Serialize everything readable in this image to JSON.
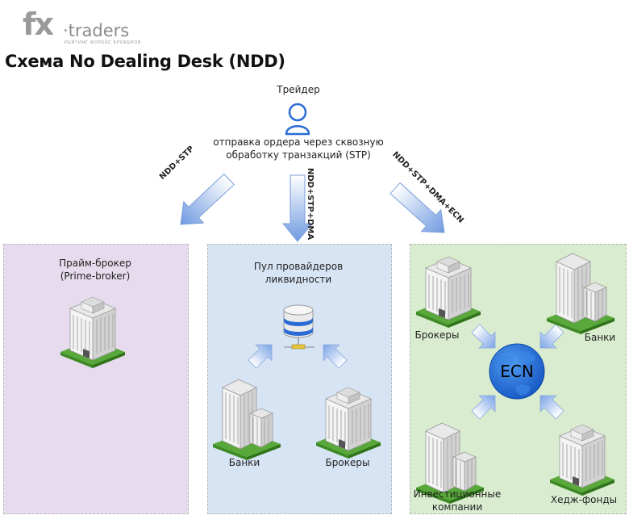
{
  "logo": {
    "fx": "fx",
    "name": "·traders",
    "tagline": "РЕЙТИНГ ФОРЕКС БРОКЕРОВ"
  },
  "title": "Схема No Dealing Desk (NDD)",
  "trader": {
    "label": "Трейдер",
    "description_line1": "отправка ордера через сквозную",
    "description_line2": "обработку транзакций (STP)",
    "icon": "user-icon"
  },
  "arrows": {
    "left": "NDD+STP",
    "center": "NDD+STP+DMA",
    "right": "NDD+STP+DMA+ECN"
  },
  "panels": {
    "prime_broker": {
      "line1": "Прайм-брокер",
      "line2": "(Prime-broker)",
      "color": "#e7dced"
    },
    "liquidity_pool": {
      "line1": "Пул провайдеров",
      "line2": "ликвидности",
      "icon": "database-icon",
      "banks": "Банки",
      "brokers": "Брокеры",
      "color": "#d7e4f4"
    },
    "ecn": {
      "center": "ECN",
      "brokers": "Брокеры",
      "banks": "Банки",
      "investment_line1": "Инвестиционные",
      "investment_line2": "компании",
      "hedge_funds": "Хедж-фонды",
      "color": "#d9eccf",
      "globe_color": "#1f6fd8"
    }
  }
}
